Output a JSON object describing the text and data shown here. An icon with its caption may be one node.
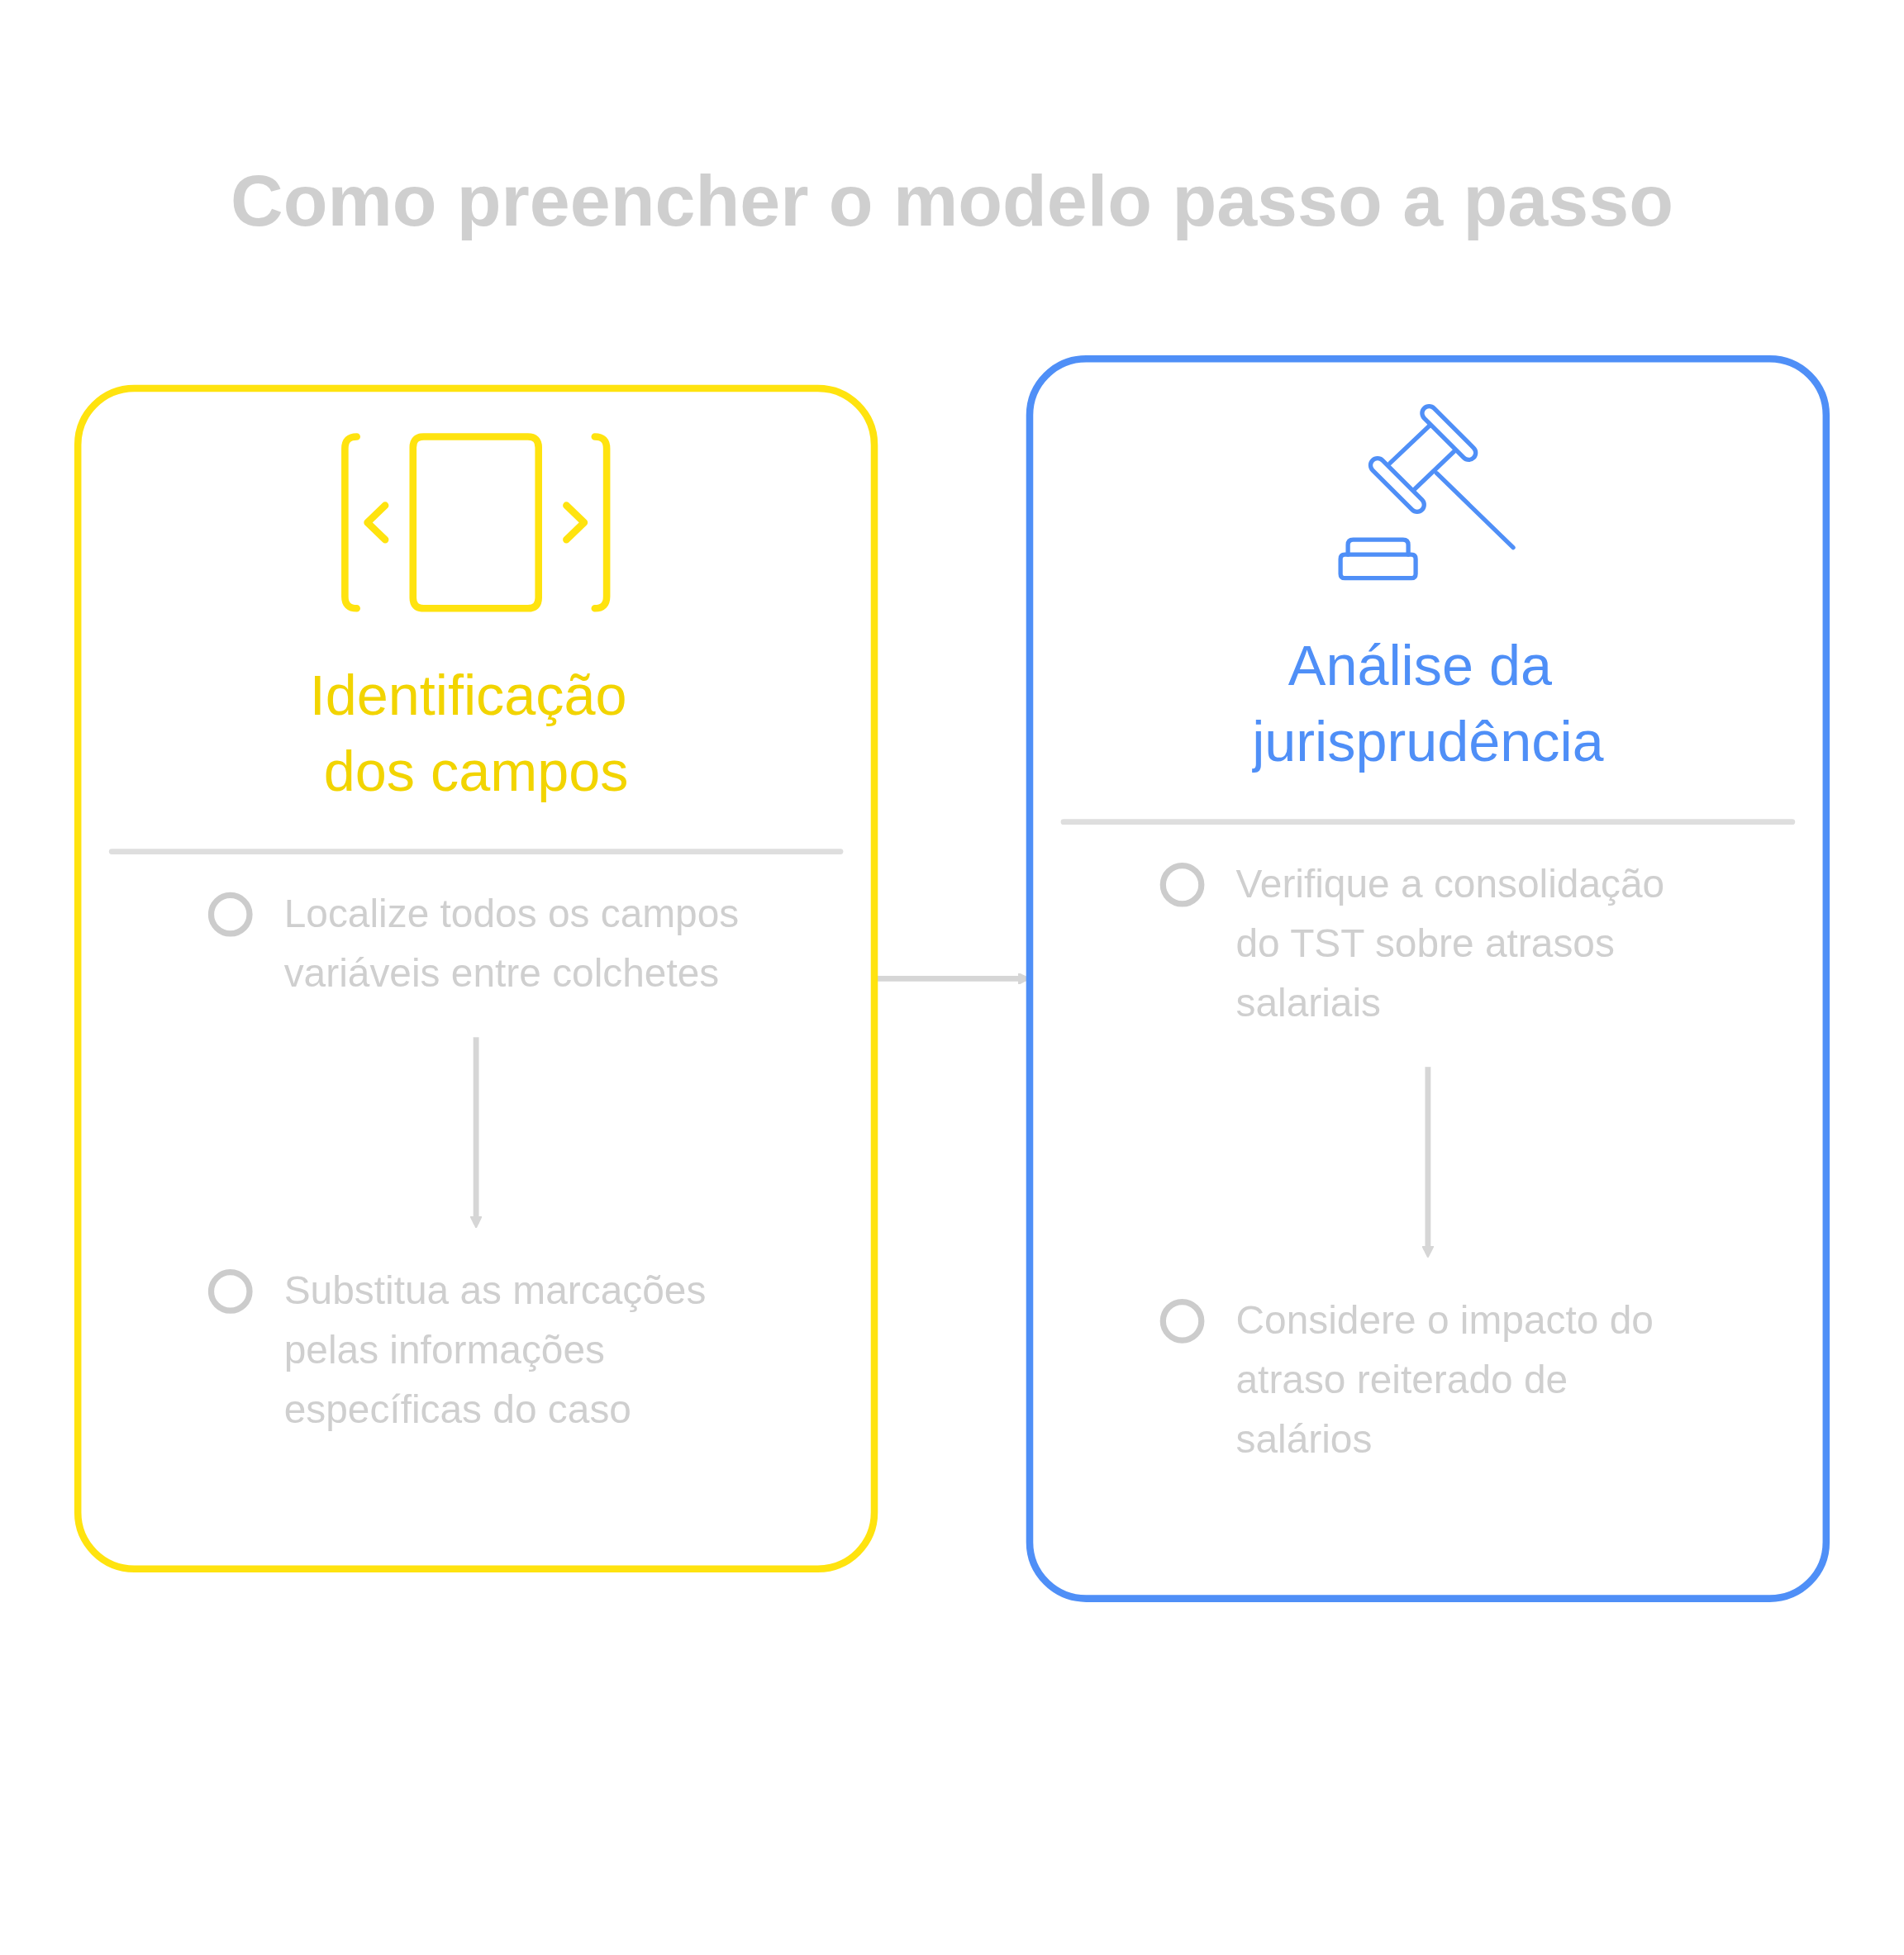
{
  "diagram": {
    "title": "Como preencher o modelo passo a passo",
    "nodes": [
      {
        "text": [
          "Identificação dos campos"
        ]
      },
      {
        "text": [
          "Localize todos os campos variáveis entre colchetes"
        ],
        "in": 0
      },
      {
        "text": [
          "Substitua as marcações pelas informações específicas do caso"
        ],
        "in": 0
      },
      {
        "text": [
          "Análise da jurisprudência"
        ]
      },
      {
        "text": [
          "Verifique a consolidação do TST sobre atrasos salariais"
        ],
        "in": 3
      },
      {
        "text": [
          "Considere o impacto do atraso reiterado de salários"
        ],
        "in": 3
      }
    ],
    "edges": [
      {
        "from": 1,
        "to": 2,
        "arrow": "to"
      },
      {
        "from": 4,
        "to": 5,
        "arrow": "to"
      },
      {
        "from": 0,
        "to": 3,
        "arrow": "to"
      }
    ]
  }
}
